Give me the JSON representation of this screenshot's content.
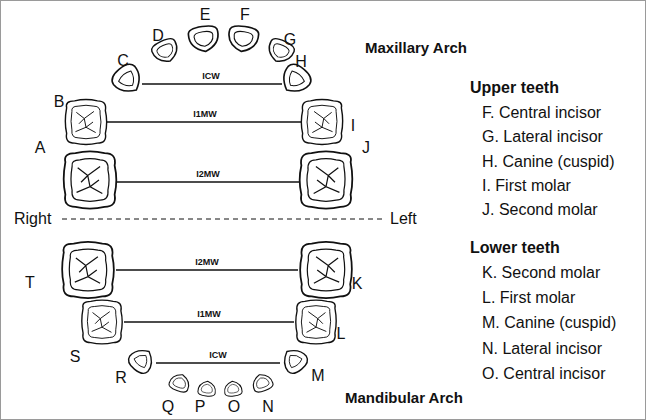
{
  "diagram": {
    "labels": [
      "Maxillary Arch",
      "Upper teeth",
      "F. Central incisor",
      "G. Lateral incisor",
      "H. Canine (cuspid)",
      "I. First molar",
      "J. Second molar",
      "Lower teeth",
      "K. Second molar",
      "L. First molar",
      "M. Canine (cuspid)",
      "N. Lateral incisor",
      "O. Central incisor",
      "Mandibular Arch",
      "Right",
      "Left",
      "A",
      "B",
      "C",
      "D",
      "E",
      "F",
      "G",
      "H",
      "I",
      "J",
      "K",
      "L",
      "M",
      "N",
      "O",
      "P",
      "Q",
      "R",
      "S",
      "T",
      "ICW",
      "I1MW",
      "I2MW",
      "I2MW",
      "I1MW",
      "ICW"
    ]
  }
}
